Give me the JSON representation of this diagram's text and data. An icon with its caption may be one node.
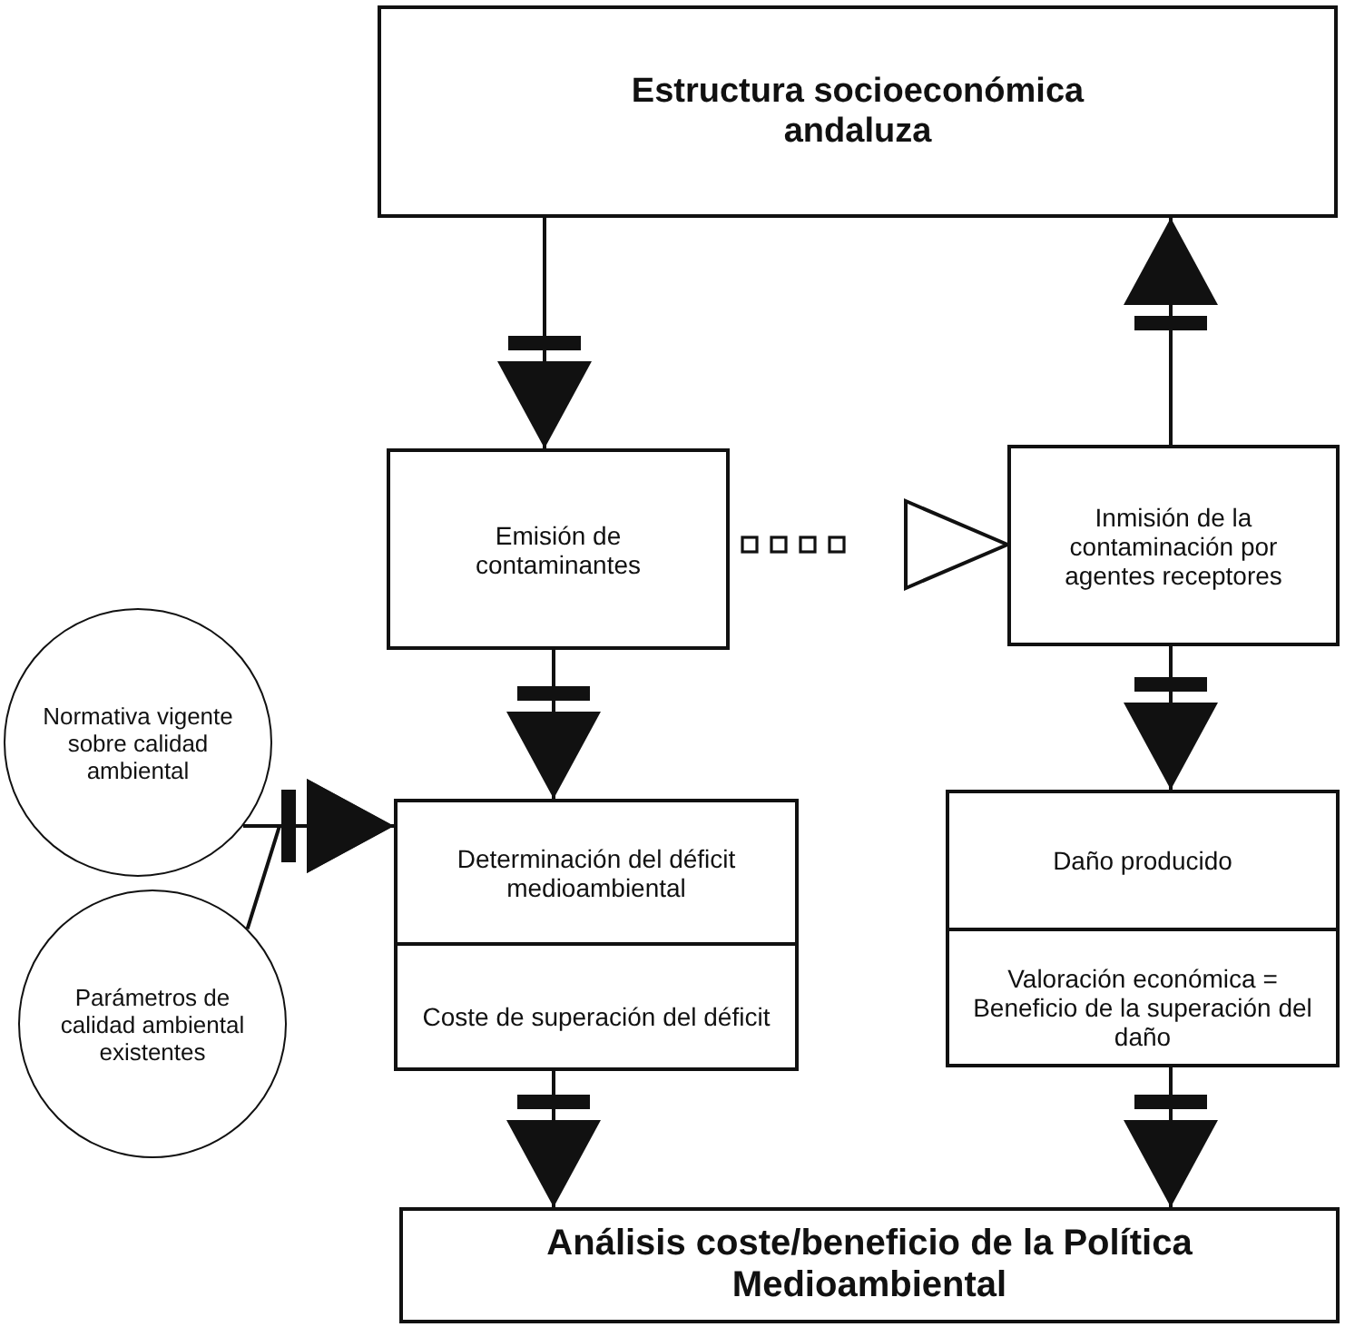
{
  "diagram": {
    "nodes": [
      {
        "text": [
          "Estructura socioeconómica andaluza"
        ]
      },
      {
        "text": [
          "Emisión de contaminantes"
        ]
      },
      {
        "text": [
          "Inmisión de la contaminación por agentes receptores"
        ]
      },
      {
        "text": [
          "Normativa vigente sobre calidad ambiental"
        ]
      },
      {
        "text": [
          "Parámetros de calidad ambiental existentes"
        ]
      },
      {
        "text": [
          "Determinación del déficit medioambiental",
          "Coste de superación del déficit"
        ]
      },
      {
        "text": [
          "Daño producido",
          "Valoración económica = Beneficio de la superación del daño"
        ]
      },
      {
        "text": [
          "Análisis coste/beneficio de la Política Medioambiental"
        ]
      }
    ],
    "edges": [
      {
        "from": 0,
        "to": 1,
        "arrow": "to"
      },
      {
        "from": 1,
        "to": 2,
        "arrow": "to",
        "style": "dashed"
      },
      {
        "from": 2,
        "to": 0,
        "arrow": "to"
      },
      {
        "from": 3,
        "to": 5,
        "arrow": "to"
      },
      {
        "from": 4,
        "to": 5,
        "arrow": "to"
      },
      {
        "from": 1,
        "to": 5,
        "arrow": "to"
      },
      {
        "from": 2,
        "to": 6,
        "arrow": "to"
      },
      {
        "from": 5,
        "to": 7,
        "arrow": "to"
      },
      {
        "from": 6,
        "to": 7,
        "arrow": "to"
      }
    ]
  }
}
